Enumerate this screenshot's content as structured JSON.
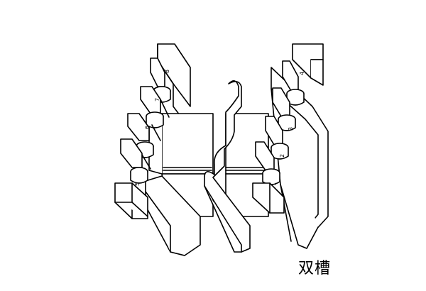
{
  "caption": "双槽",
  "pin_labels": [
    "8",
    "7",
    "6",
    "5",
    "1",
    "2",
    "3",
    "4"
  ],
  "colors": {
    "line": "#000000",
    "fill": "#ffffff"
  }
}
